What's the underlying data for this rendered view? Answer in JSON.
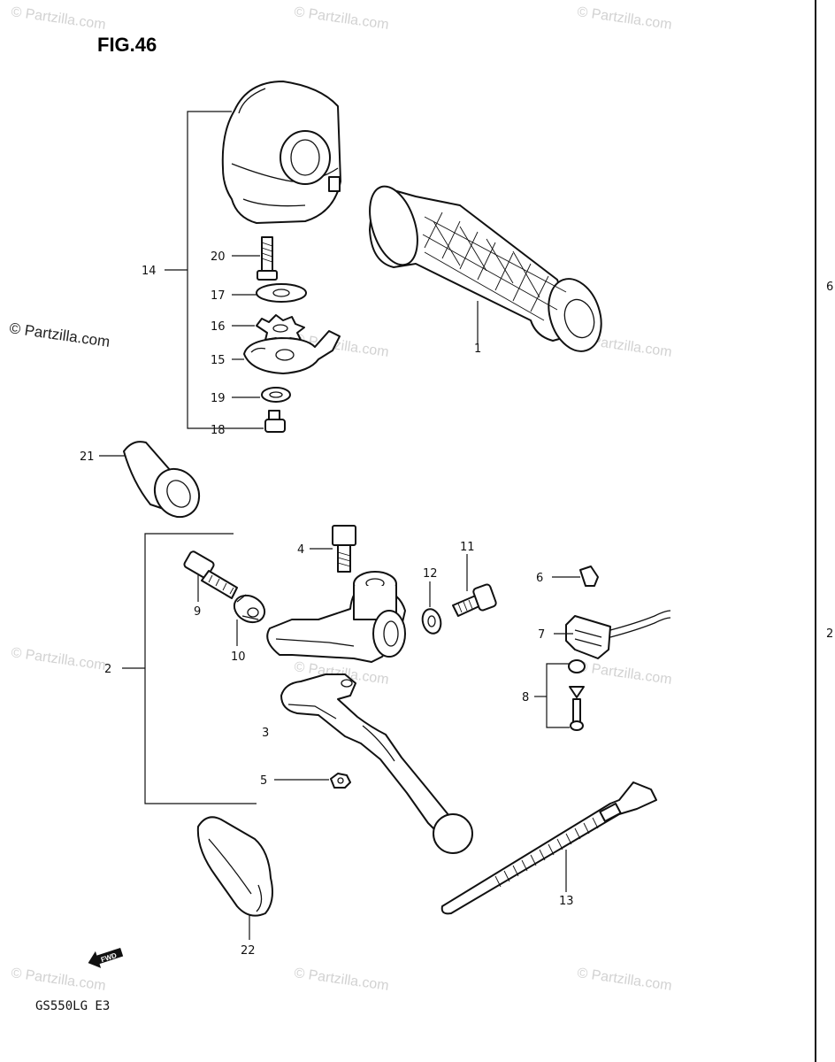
{
  "figure": {
    "title": "FIG.46",
    "model_code": "GS550LG E3",
    "fwd_label": "FWD"
  },
  "watermark": {
    "text": "© Partzilla.com"
  },
  "callouts": {
    "c1": "1",
    "c2": "2",
    "c3": "3",
    "c4": "4",
    "c5": "5",
    "c6": "6",
    "c7": "7",
    "c8": "8",
    "c9": "9",
    "c10": "10",
    "c11": "11",
    "c12": "12",
    "c13": "13",
    "c14": "14",
    "c15": "15",
    "c16": "16",
    "c17": "17",
    "c18": "18",
    "c19": "19",
    "c20": "20",
    "c21": "21",
    "c22": "22"
  },
  "edge_marks": {
    "right_upper": "6",
    "right_lower": "2"
  }
}
